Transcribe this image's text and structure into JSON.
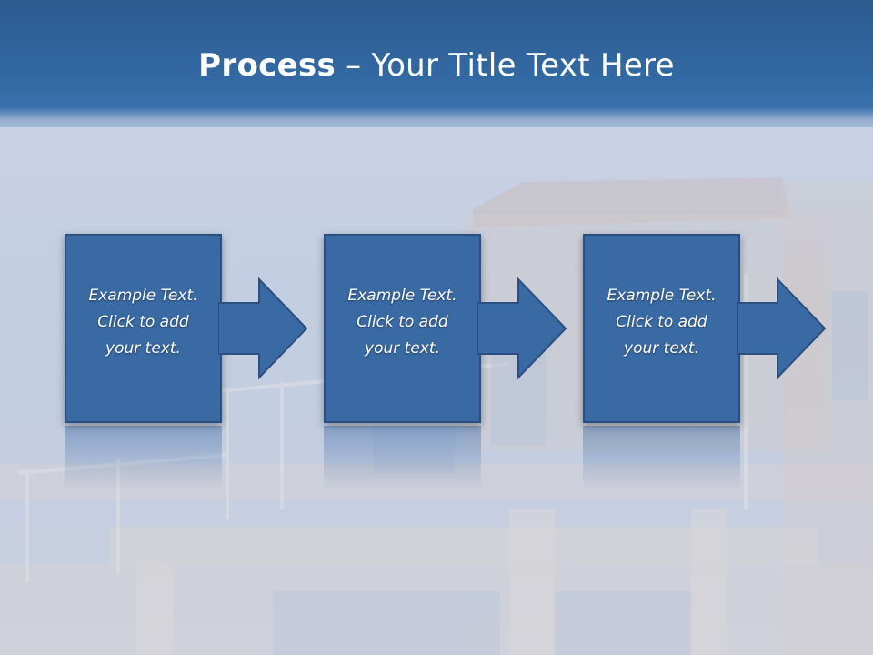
{
  "slide": {
    "title_bold": "Process",
    "title_rest": " – Your Title Text Here"
  },
  "steps": [
    {
      "text": "Example Text.\nClick  to add\nyour text."
    },
    {
      "text": "Example Text.\nClick  to add\nyour text."
    },
    {
      "text": "Example Text.\nClick  to add\nyour text."
    }
  ],
  "colors": {
    "title_band": "#336aa3",
    "step_fill": "#3a6aa4",
    "step_border": "#2a4f80",
    "text": "#ffffff"
  }
}
